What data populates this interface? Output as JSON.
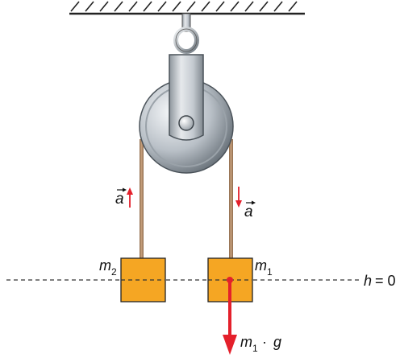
{
  "labels": {
    "accel_left": "a",
    "accel_right": "a",
    "mass2": "m",
    "mass2_sub": "2",
    "mass1": "m",
    "mass1_sub": "1",
    "height": "h",
    "height_eq": "= 0",
    "force_m": "m",
    "force_sub": "1",
    "force_dot": "·",
    "force_g": "g"
  },
  "colors": {
    "ceiling": "#222222",
    "rope": "#b9906b",
    "rope_edge": "#7a5a3f",
    "block_fill": "#f5a623",
    "block_stroke": "#222222",
    "pulley_light": "#e9ecef",
    "pulley_dark": "#7a838c",
    "bracket": "#c2c7cc",
    "arrow_red": "#e4202b",
    "dashed_line": "#333333"
  }
}
